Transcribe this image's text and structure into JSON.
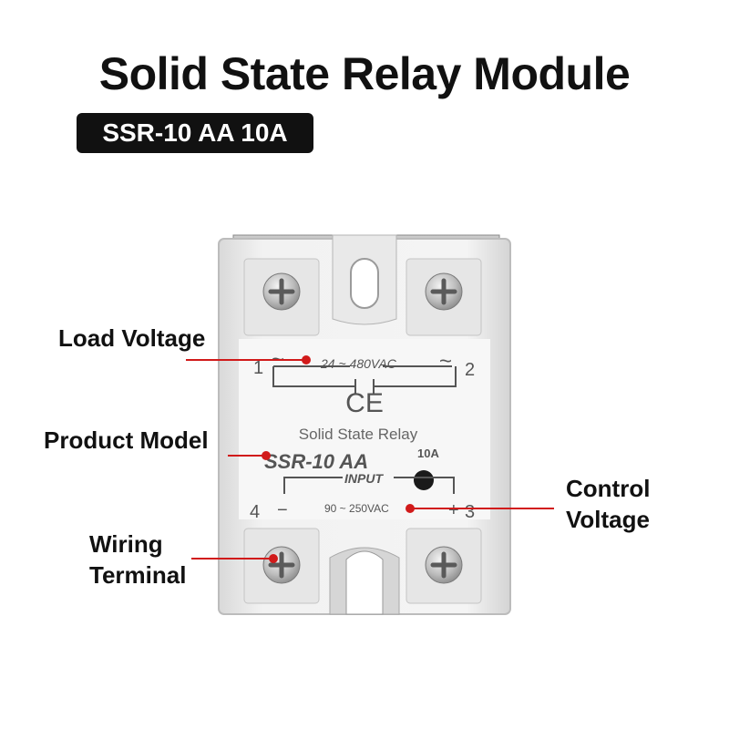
{
  "header": {
    "title": "Solid State Relay Module",
    "model_badge": "SSR-10 AA 10A"
  },
  "relay": {
    "terminal_1": "1",
    "terminal_2": "2",
    "terminal_3": "3",
    "terminal_4": "4",
    "load_range": "24 ~ 480VAC",
    "ce_mark": "CE",
    "name": "Solid State Relay",
    "model": "SSR-10 AA",
    "rating": "10A",
    "input_label": "INPUT",
    "input_range": "90 ~ 250VAC",
    "ac_symbol": "~",
    "plus_symbol": "+",
    "minus_symbol": "−"
  },
  "callouts": {
    "load_voltage": "Load Voltage",
    "product_model": "Product Model",
    "control_voltage_line1": "Control",
    "control_voltage_line2": "Voltage",
    "wiring_terminal_line1": "Wiring",
    "wiring_terminal_line2": "Terminal"
  },
  "colors": {
    "callout_line": "#d11a1a",
    "badge_bg": "#111111"
  }
}
